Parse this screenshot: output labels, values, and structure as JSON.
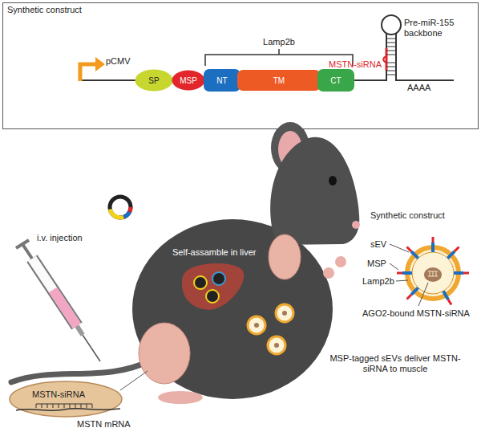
{
  "diagram": {
    "nodes": [
      {
        "text": [
          "Synthetic construct"
        ]
      },
      {
        "text": [
          "SP"
        ],
        "in": 0
      },
      {
        "text": [
          "MSP"
        ],
        "in": 0
      },
      {
        "text": [
          "NT"
        ],
        "in": 0
      },
      {
        "text": [
          "TM"
        ],
        "in": 0
      },
      {
        "text": [
          "CT"
        ],
        "in": 0
      }
    ],
    "labels": [
      "pCMV",
      "Lamp2b",
      "MSTN-siRNA",
      "Pre-miR-155 backbone",
      "AAAA",
      "i.v. injection",
      "Self-assamble in liver",
      "Synthetic construct",
      "sEV",
      "MSP",
      "Lamp2b",
      "AGO2-bound MSTN-siRNA",
      "MSP-tagged sEVs deliver MSTN-siRNA to muscle",
      "MSTN-siRNA",
      "MSTN mRNA"
    ]
  }
}
